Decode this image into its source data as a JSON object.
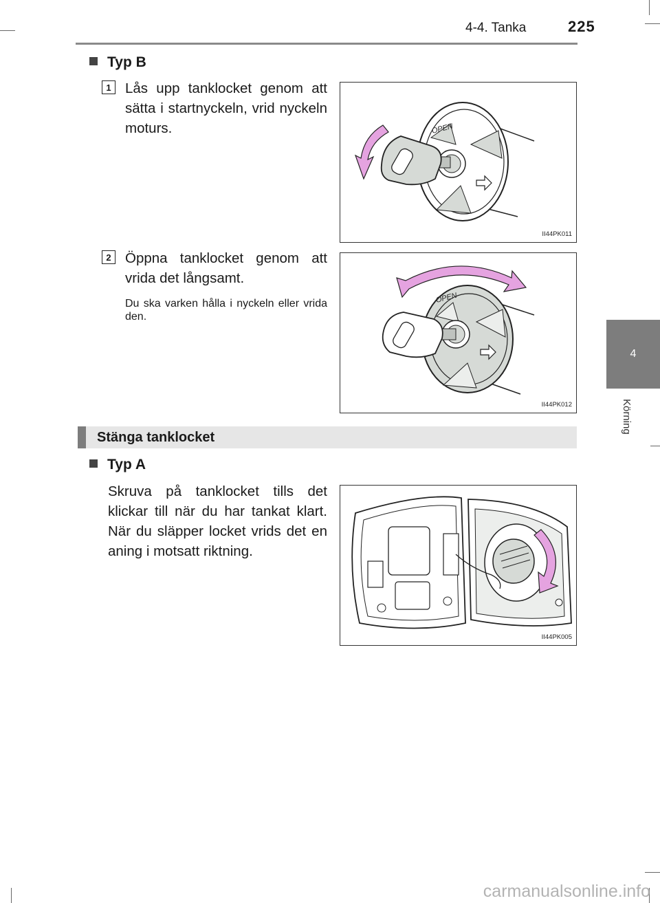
{
  "header": {
    "section": "4-4. Tanka",
    "page_number": "225"
  },
  "side_tab": {
    "chapter_number": "4",
    "chapter_label": "Körning"
  },
  "section_b": {
    "heading": "Typ B",
    "steps": [
      {
        "number": "1",
        "text": "Lås upp tanklocket genom att sätta i startnyckeln, vrid nyckeln moturs.",
        "note": "",
        "figure_code": "II44PK011"
      },
      {
        "number": "2",
        "text": "Öppna tanklocket genom att vrida det långsamt.",
        "note": "Du ska varken hålla i nyckeln eller vrida den.",
        "figure_code": "II44PK012"
      }
    ]
  },
  "close_section": {
    "title": "Stänga tanklocket",
    "subheading": "Typ A",
    "text": "Skruva på tanklocket tills det klickar till när du har tankat klart. När du släpper locket vrids det en aning i motsatt riktning.",
    "figure_code": "II44PK005"
  },
  "cap_label": "OPEN",
  "watermark": "carmanualsonline.info",
  "colors": {
    "arrow_pink": "#e5a3e0",
    "cap_gray": "#d6dad6",
    "tab_gray": "#7d7d7d",
    "band_gray": "#e6e6e6"
  }
}
